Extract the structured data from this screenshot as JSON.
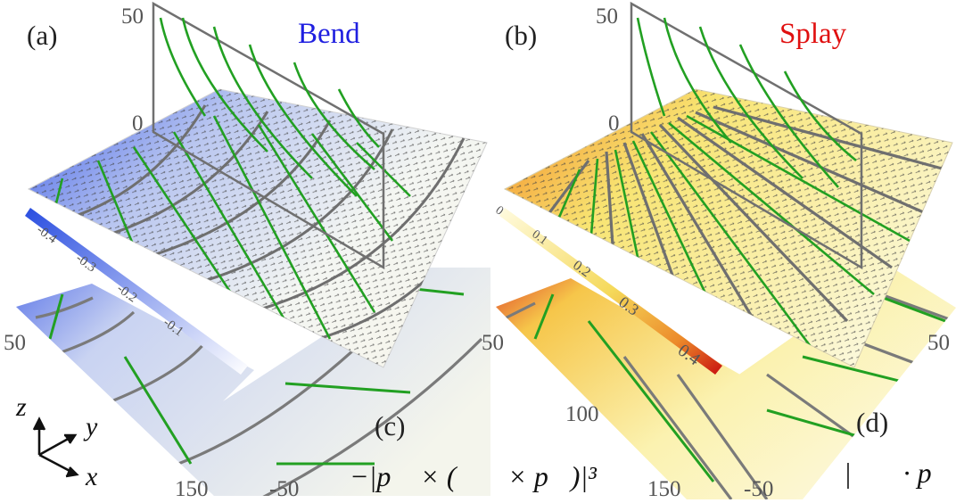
{
  "panels": {
    "a": "(a)",
    "b": "(b)",
    "c": "(c)",
    "d": "(d)"
  },
  "titles": {
    "bend": "Bend",
    "bend_color": "#1f1fe0",
    "splay": "Splay",
    "splay_color": "#e01010"
  },
  "formulas": {
    "bend": "−|p⃗ × (∇⃗ × p⃗)|³",
    "splay": "|∇⃗ · p⃗ |³"
  },
  "ticks": {
    "z_top_a": "50",
    "z_zero_a": "0",
    "z_top_b": "50",
    "z_zero_b": "0",
    "x_left_a": "50",
    "x_bottom_a": "150",
    "y_bottom_a": "-50",
    "x_left_b": "50",
    "x_mid_b": "100",
    "x_bottom_b": "150",
    "y_bottom_b": "-50",
    "y_right_b": "50"
  },
  "colorbars": {
    "bend": {
      "ticks": [
        "-0.4",
        "-0.3",
        "-0.2",
        "-0.1"
      ]
    },
    "splay": {
      "ticks": [
        "0",
        "0.1",
        "0.2",
        "0.3",
        "0.4"
      ]
    }
  },
  "axes": {
    "z": "z",
    "y": "y",
    "x": "x"
  },
  "colors": {
    "field_line": "#22a022",
    "contour": "#7a7a7a"
  }
}
